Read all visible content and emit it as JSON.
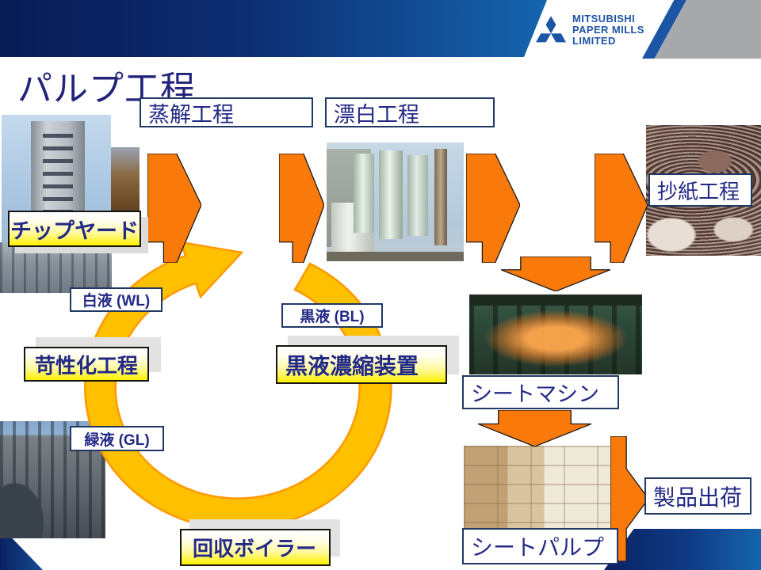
{
  "logo": {
    "lines": [
      "MITSUBISHI",
      "PAPER MILLS",
      "LIMITED"
    ]
  },
  "slide": {
    "title": "パルプ工程"
  },
  "process_boxes": {
    "cooking": "蒸解工程",
    "bleaching": "漂白工程",
    "papermaking": "抄紙工程",
    "sheet_machine": "シートマシン",
    "sheet_pulp": "シートパルプ",
    "shipment": "製品出荷"
  },
  "recovery_boxes": {
    "chip_yard": "チップヤード",
    "causticizing": "苛性化工程",
    "black_liquor_evaporator": "黒液濃縮装置",
    "recovery_boiler": "回収ボイラー"
  },
  "liquor_labels": {
    "white_liquor": "白液 (WL)",
    "black_liquor": "黒液 (BL)",
    "green_liquor": "緑液 (GL)"
  },
  "photos": [
    "chip-yard-tower-photo",
    "chip-conveyor-photo",
    "causticizing-plant-photo",
    "recovery-boiler-plant-photo",
    "bleaching-towers-photo",
    "sheet-machine-interior-photo",
    "sheet-pulp-bales-photo",
    "paper-fiber-texture-photo"
  ],
  "process_flow": {
    "main_sequence": [
      "チップヤード",
      "蒸解工程",
      "漂白工程",
      "抄紙工程",
      "シートマシン",
      "シートパルプ",
      "製品出荷"
    ],
    "recovery_cycle": [
      "黒液 (BL)",
      "黒液濃縮装置",
      "回収ボイラー",
      "緑液 (GL)",
      "苛性化工程",
      "白液 (WL)",
      "蒸解工程"
    ]
  },
  "colors": {
    "header_navy": "#081C55",
    "header_blue": "#1565AD",
    "logo_blue": "#1D55A5",
    "gray_band": "#A6A8AB",
    "arrow_orange": "#F9790B",
    "cycle_gold": "#FFC000",
    "cycle_outline": "#FF9900",
    "label_navy": "#232A85",
    "box_border_navy": "#1F3864",
    "highlight_yellow": "#FFF100"
  }
}
